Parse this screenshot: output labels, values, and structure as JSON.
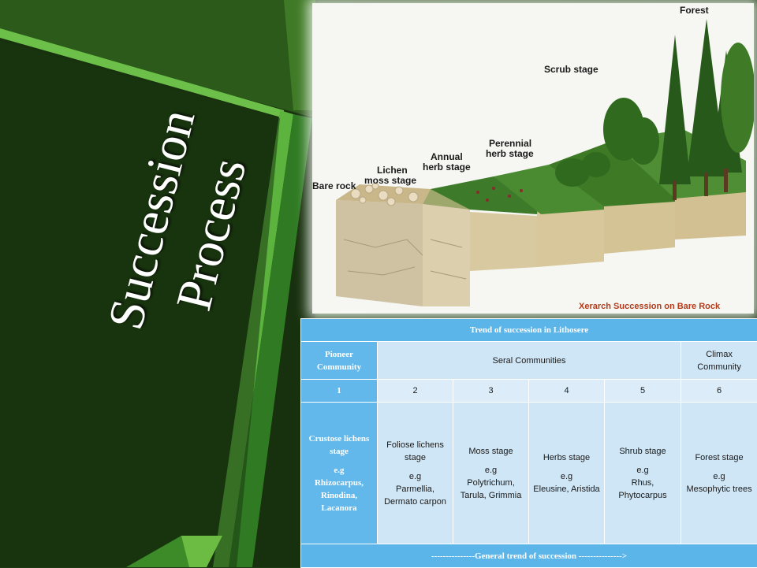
{
  "slide": {
    "title_line1": "Succession",
    "title_line2": "Process"
  },
  "diagram": {
    "labels": {
      "forest": "Forest",
      "scrub": "Scrub stage",
      "perennial_1": "Perennial",
      "perennial_2": "herb stage",
      "annual_1": "Annual",
      "annual_2": "herb stage",
      "lichen_1": "Lichen",
      "lichen_2": "moss stage",
      "bare_rock": "Bare rock"
    },
    "caption": "Xerarch Succession on Bare Rock"
  },
  "table": {
    "title": "Trend of succession in Lithosere",
    "pioneer_header": "Pioneer Community",
    "seral_header": "Seral Communities",
    "climax_header": "Climax Community",
    "numbers": [
      "1",
      "2",
      "3",
      "4",
      "5",
      "6"
    ],
    "stages": [
      {
        "stage": "Crustose lichens stage",
        "eg": "e.g",
        "examples": "Rhizocarpus, Rinodina, Lacanora"
      },
      {
        "stage": "Foliose lichens stage",
        "eg": "e.g",
        "examples": "Parmellia, Dermato carpon"
      },
      {
        "stage": "Moss stage",
        "eg": "e.g",
        "examples": "Polytrichum, Tarula, Grimmia"
      },
      {
        "stage": "Herbs stage",
        "eg": "e.g",
        "examples": "Eleusine, Aristida"
      },
      {
        "stage": "Shrub stage",
        "eg": "e.g",
        "examples": "Rhus, Phytocarpus"
      },
      {
        "stage": "Forest stage",
        "eg": "e.g",
        "examples": "Mesophytic trees"
      }
    ],
    "footer": "---------------General  trend of succession --------------->"
  }
}
